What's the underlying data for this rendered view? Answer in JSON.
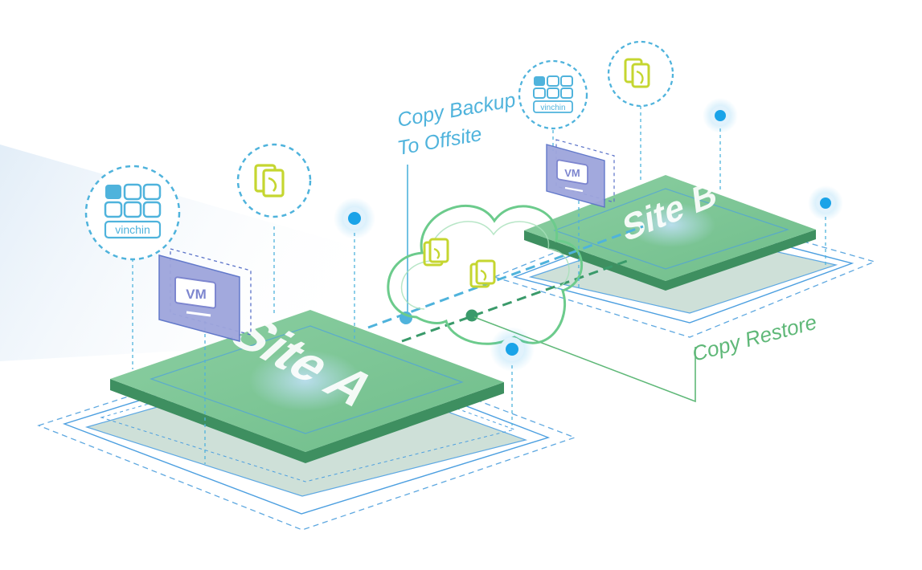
{
  "labels": {
    "copy_backup_line1": "Copy Backup",
    "copy_backup_line2": "To Offsite",
    "copy_restore": "Copy Restore"
  },
  "site_a": {
    "label": "Site A",
    "vm": "VM",
    "brand": "vinchin"
  },
  "site_b": {
    "label": "Site B",
    "vm": "VM",
    "brand": "vinchin"
  },
  "colors": {
    "backup_line": "#4fb3dc",
    "restore_line": "#3a9a6a",
    "platform_green": "#5aa577",
    "platform_light": "#9fd5b0",
    "vm_purple": "#9ea5dc",
    "doc_yellow": "#c5d630",
    "dot_blue": "#1aa3e8"
  },
  "icons": [
    "vinchin-logo-icon",
    "document-icon",
    "vm-monitor-icon",
    "cloud-icon",
    "location-dot-icon"
  ]
}
